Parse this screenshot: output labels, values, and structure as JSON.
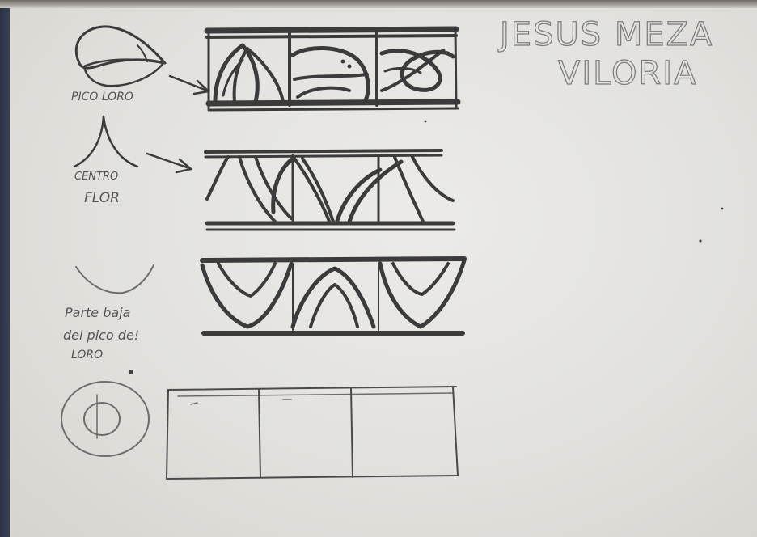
{
  "author_name": {
    "line1": "JESUS MEZA",
    "line2": "VILORIA"
  },
  "labels": {
    "pico_loro": "PICO LORO",
    "centro": "CENTRO",
    "flor": "FLOR",
    "parte_baja_1": "Parte baja",
    "parte_baja_2": "del pico de!",
    "parte_baja_3": "LORO"
  },
  "colors": {
    "paper": "#e6e5e2",
    "pencil": "#3b3b3b"
  }
}
